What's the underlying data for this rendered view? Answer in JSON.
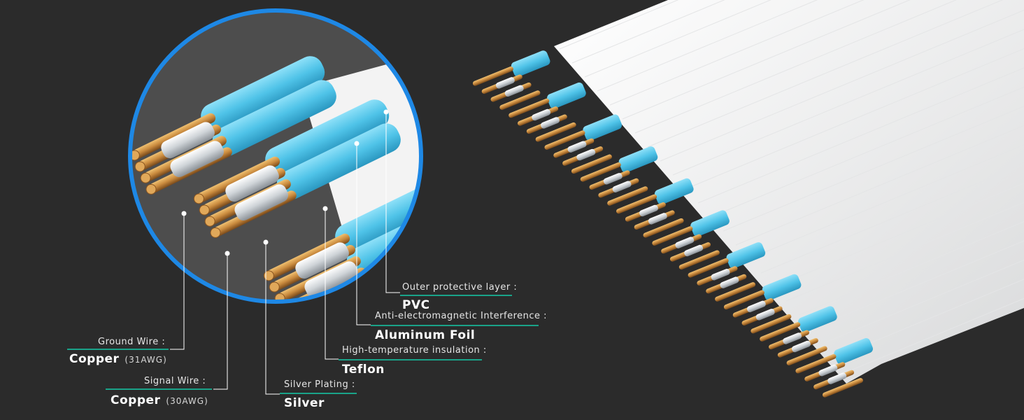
{
  "colors": {
    "background": "#2b2b2b",
    "accent_line": "#1aa389",
    "ring": "#1e88e5",
    "copper": "#c98a3e",
    "teflon": "#4fc3e8",
    "pvc": "#f2f2f2",
    "silver": "#d9dde0"
  },
  "callouts": {
    "pvc": {
      "label": "Outer protective layer :",
      "value": "PVC"
    },
    "foil": {
      "label": "Anti-electromagnetic Interference :",
      "value": "Aluminum Foil"
    },
    "teflon": {
      "label": "High-temperature insulation :",
      "value": "Teflon"
    },
    "silver": {
      "label": "Silver Plating :",
      "value": "Silver"
    },
    "ground": {
      "label": "Ground Wire :",
      "value": "Copper",
      "awg": "(31AWG)"
    },
    "signal": {
      "label": "Signal Wire :",
      "value": "Copper",
      "awg": "(30AWG)"
    }
  }
}
